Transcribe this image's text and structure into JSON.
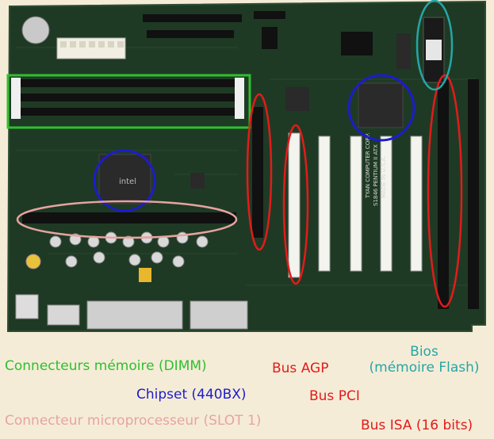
{
  "board": {
    "silkscreen": [
      "TYAN COMPUTER CORP.",
      "S1846 PENTIUM II ATX",
      "MADE IN U.S.A."
    ],
    "chip_brand": "intel"
  },
  "legend": {
    "dimm": "Connecteurs mémoire (DIMM)",
    "agp": "Bus AGP",
    "bios_line1": "Bios",
    "bios_line2": "(mémoire Flash)",
    "chipset": "Chipset (440BX)",
    "pci": "Bus PCI",
    "slot1": "Connecteur microprocesseur (SLOT 1)",
    "isa": "Bus ISA (16 bits)"
  },
  "colors": {
    "dimm": "#2fbf2f",
    "agp": "#e31b1b",
    "pci": "#e31b1b",
    "isa": "#e31b1b",
    "bios": "#25a6a6",
    "chipset": "#1c1ccc",
    "slot1": "#e6a4a0",
    "background": "#f5ecd7",
    "pcb": "#1f3a24"
  }
}
